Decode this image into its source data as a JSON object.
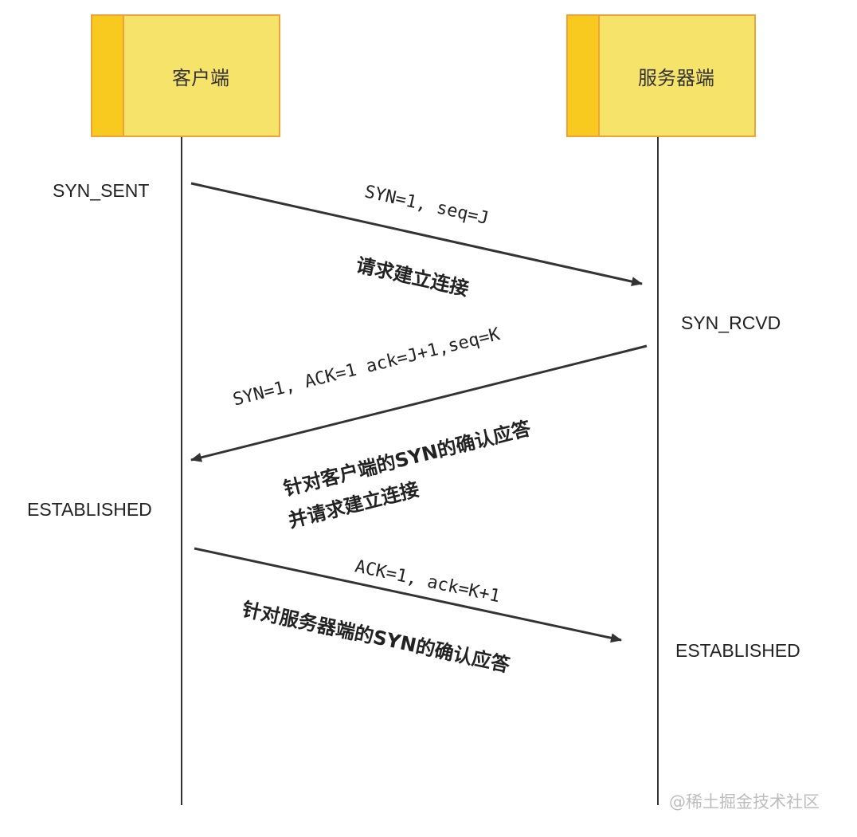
{
  "participants": {
    "client": "客户端",
    "server": "服务器端"
  },
  "states": {
    "client_syn_sent": "SYN_SENT",
    "server_syn_rcvd": "SYN_RCVD",
    "client_established": "ESTABLISHED",
    "server_established": "ESTABLISHED"
  },
  "messages": [
    {
      "label": "SYN=1, seq=J",
      "note_lines": [
        "请求建立连接"
      ]
    },
    {
      "label": "SYN=1, ACK=1  ack=J+1,seq=K",
      "note_lines": [
        "针对客户端的SYN的确认应答",
        "并请求建立连接"
      ]
    },
    {
      "label": "ACK=1, ack=K+1",
      "note_lines": [
        "针对服务器端的SYN的确认应答"
      ]
    }
  ],
  "watermark": "@稀土掘金技术社区",
  "colors": {
    "box_fill": "#f6e46a",
    "box_band": "#f8c91e",
    "box_border": "#f0a23a",
    "line": "#333333"
  }
}
